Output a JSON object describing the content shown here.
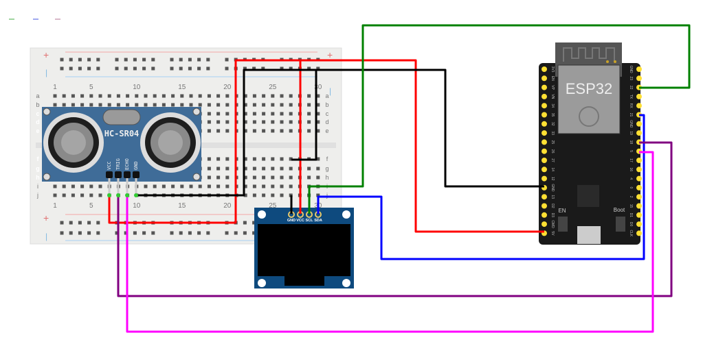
{
  "breadboard": {
    "column_numbers": [
      "1",
      "5",
      "10",
      "15",
      "20",
      "25",
      "30"
    ],
    "row_letters_top": [
      "a",
      "b",
      "c",
      "d",
      "e"
    ],
    "row_letters_bottom": [
      "f",
      "g",
      "h",
      "i",
      "j"
    ],
    "rail_plus": "+",
    "rail_minus": "|"
  },
  "hcsr04": {
    "title": "HC-SR04",
    "pins": [
      "VCC",
      "TRIG",
      "ECHO",
      "GND"
    ]
  },
  "oled": {
    "pins": [
      "GND",
      "VCC",
      "SCL",
      "SDA"
    ]
  },
  "esp32": {
    "title": "ESP32",
    "left_pins": [
      "3V3",
      "EN",
      "VP",
      "VN",
      "34",
      "35",
      "32",
      "33",
      "25",
      "26",
      "27",
      "14",
      "12",
      "GND",
      "13",
      "D2",
      "D3",
      "CMD",
      "5V"
    ],
    "right_pins": [
      "GND",
      "23",
      "22",
      "TX",
      "RX",
      "21",
      "GND",
      "19",
      "18",
      "5",
      "17",
      "16",
      "4",
      "0",
      "2",
      "15",
      "D1",
      "D0",
      "CLK"
    ],
    "en_label": "EN",
    "boot_label": "Boot"
  },
  "wires": [
    {
      "name": "vcc-to-5v",
      "color": "#ff0000"
    },
    {
      "name": "oled-vcc",
      "color": "#ff0000"
    },
    {
      "name": "gnd-to-gnd",
      "color": "#000000"
    },
    {
      "name": "oled-gnd",
      "color": "#000000"
    },
    {
      "name": "gnd-rail-jumper",
      "color": "#000000"
    },
    {
      "name": "scl-to-22",
      "color": "#008000"
    },
    {
      "name": "sda-to-21",
      "color": "#0000ff"
    },
    {
      "name": "trig-to-18",
      "color": "#800080"
    },
    {
      "name": "echo-to-5",
      "color": "#ff00ff"
    }
  ],
  "colors": {
    "board_blue": "#3f6c98",
    "oled_blue": "#0e4a7e",
    "pin_gold": "#ffe033",
    "esp_black": "#1a1a1a"
  }
}
